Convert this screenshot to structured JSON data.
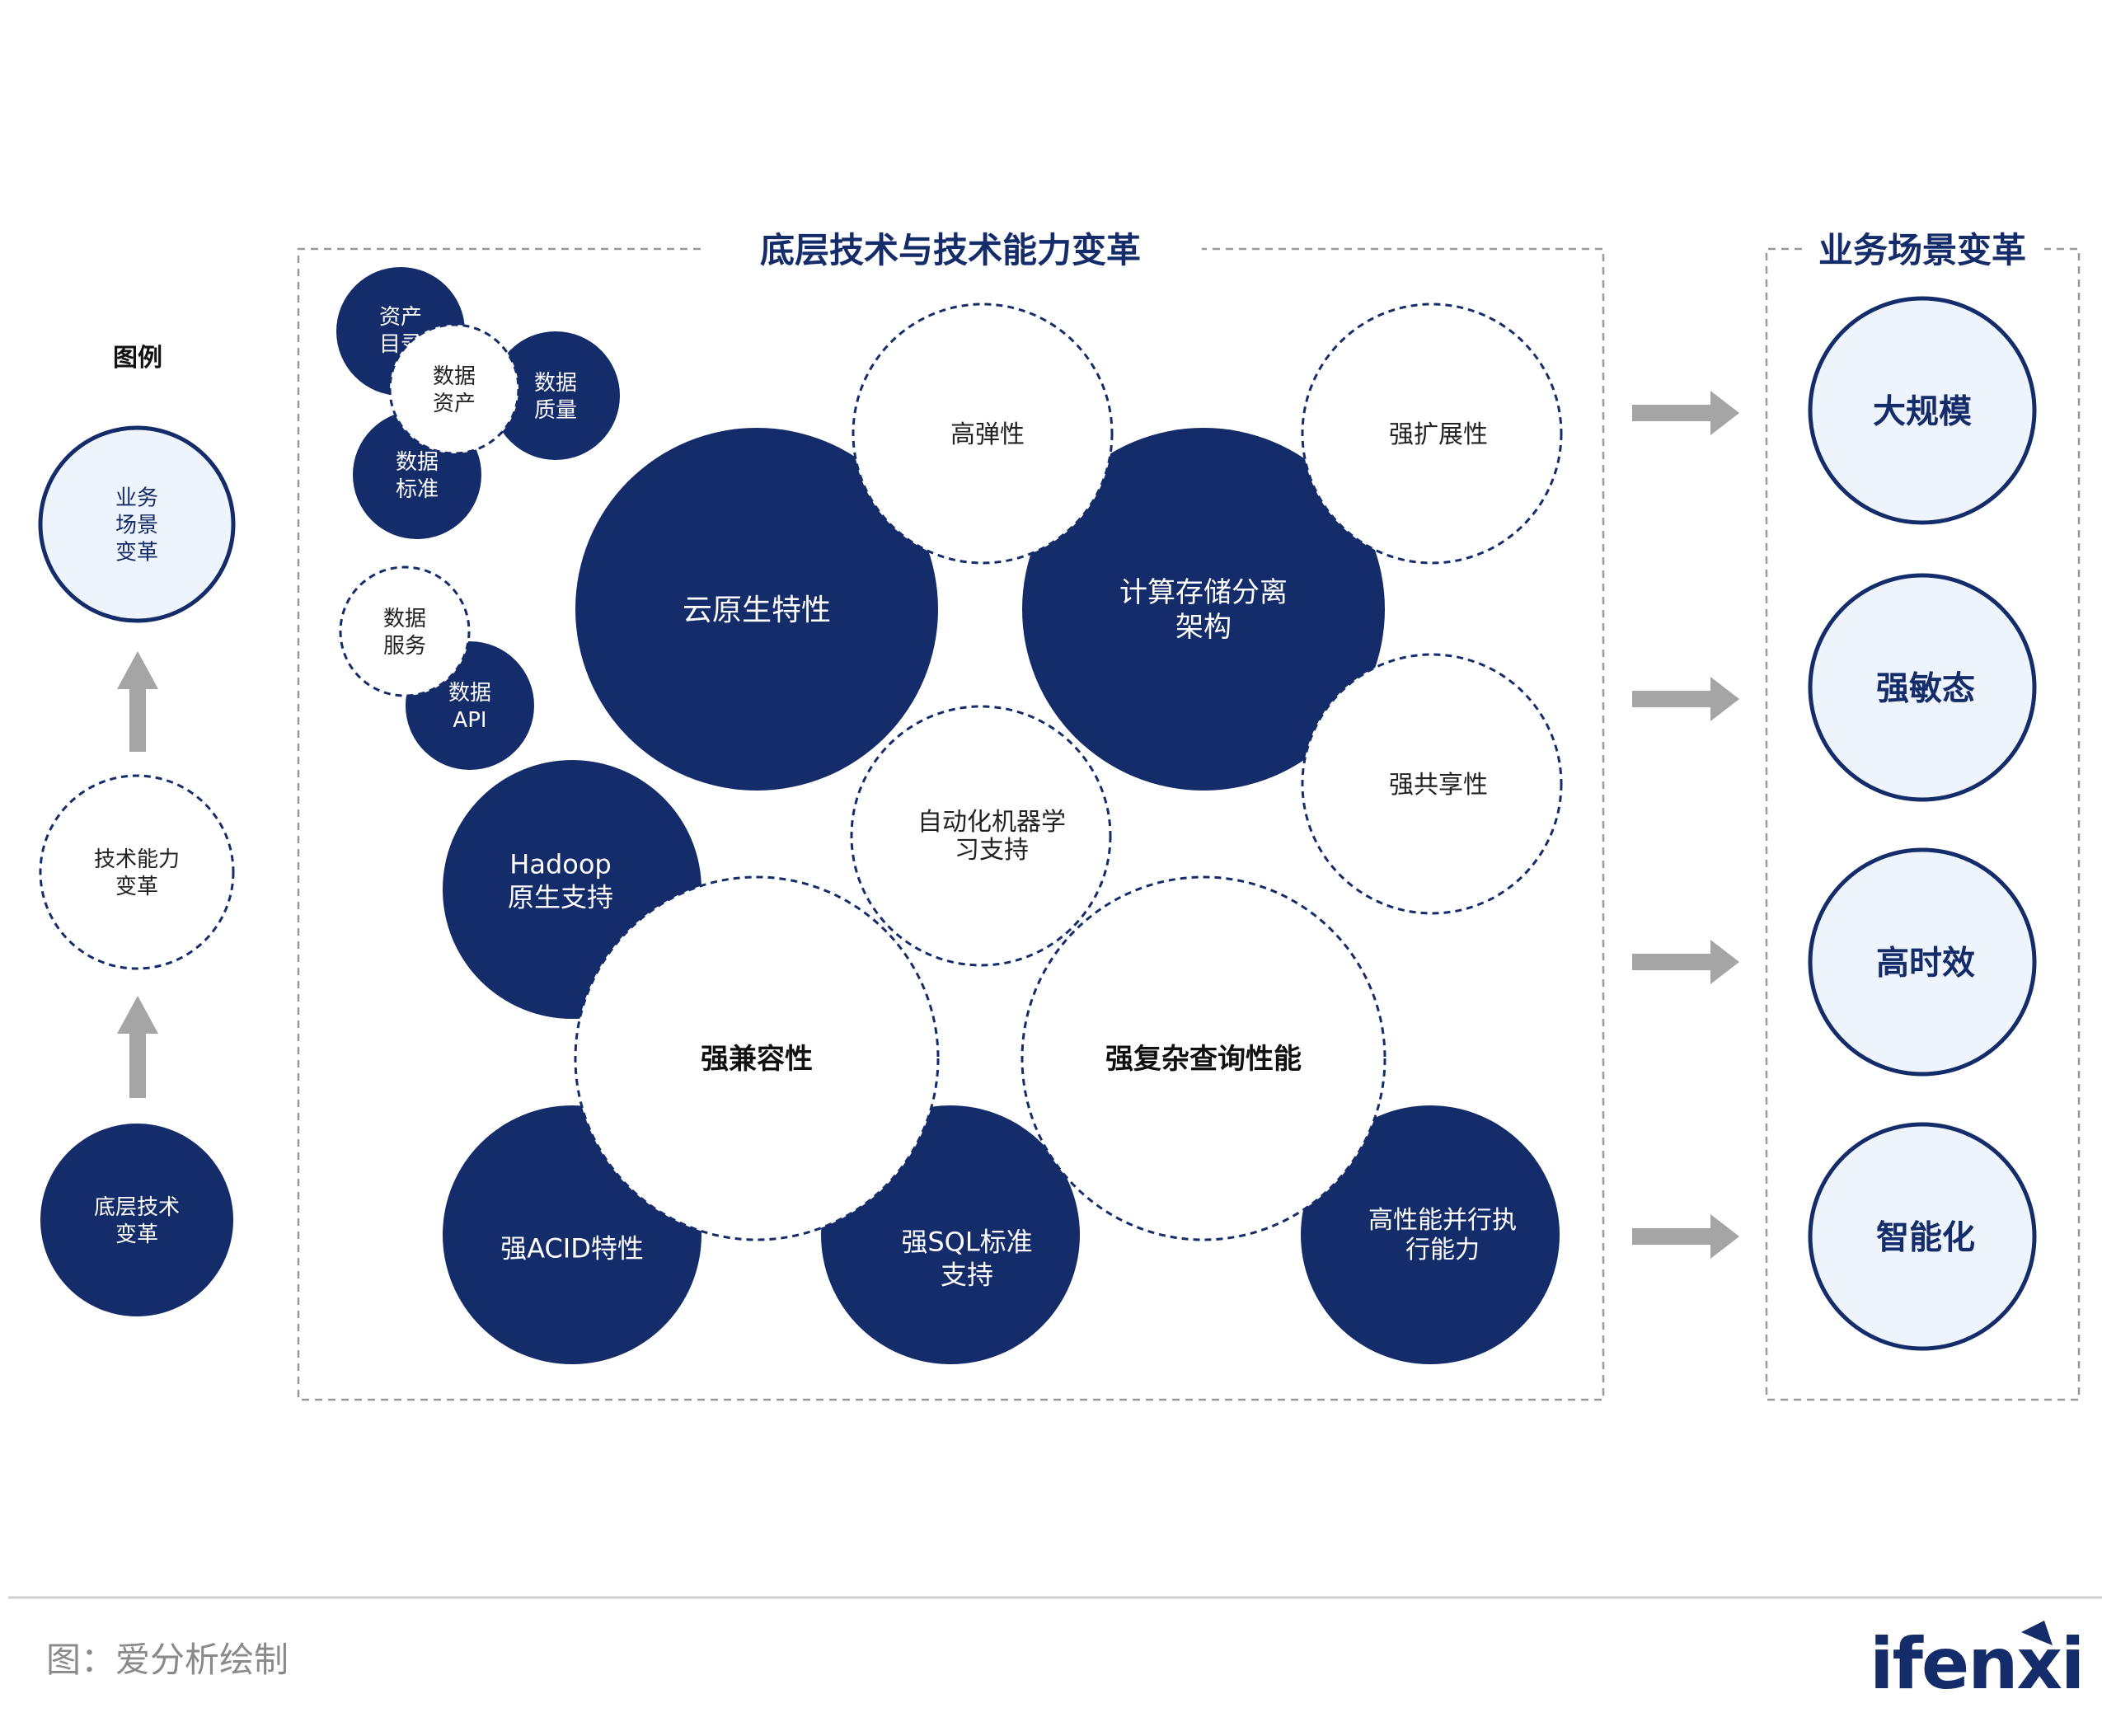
{
  "colors": {
    "navy": "#152c6b",
    "light_fill": "#eef4fb",
    "white": "#ffffff",
    "arrow_gray": "#a5a5a5",
    "frame_gray": "#9a9a9a",
    "footer_gray": "#8a8a8a"
  },
  "legend": {
    "title": "图例",
    "business_label": [
      "业务",
      "场景",
      "变革"
    ],
    "capability_label": [
      "技术能力",
      "变革"
    ],
    "foundation_label": [
      "底层技术",
      "变革"
    ]
  },
  "main_panel": {
    "title": "底层技术与技术能力变革",
    "data_cluster": {
      "asset_catalog": [
        "资产",
        "目录"
      ],
      "data_assets": [
        "数据",
        "资产"
      ],
      "data_quality": [
        "数据",
        "质量"
      ],
      "data_standards": [
        "数据",
        "标准"
      ],
      "data_services": [
        "数据",
        "服务"
      ],
      "data_api": [
        "数据",
        "API"
      ]
    },
    "foundation": {
      "cloud_native": [
        "云原生特性"
      ],
      "compute_storage": [
        "计算存储分离",
        "架构"
      ],
      "hadoop": [
        "Hadoop",
        "原生支持"
      ],
      "acid": [
        "强ACID特性"
      ],
      "sql": [
        "强SQL标准",
        "支持"
      ],
      "parallel": [
        "高性能并行执",
        "行能力"
      ]
    },
    "capability": {
      "elastic": [
        "高弹性"
      ],
      "scalable": [
        "强扩展性"
      ],
      "sharing": [
        "强共享性"
      ],
      "automl": [
        "自动化机器学",
        "习支持"
      ],
      "compatibility": [
        "强兼容性"
      ],
      "complex_query": [
        "强复杂查询性能"
      ]
    }
  },
  "business_panel": {
    "title": "业务场景变革",
    "items": [
      [
        "大规模"
      ],
      [
        "强敏态"
      ],
      [
        "高时效"
      ],
      [
        "智能化"
      ]
    ]
  },
  "footer": {
    "source": "图：爱分析绘制",
    "logo": "ifenxi"
  }
}
